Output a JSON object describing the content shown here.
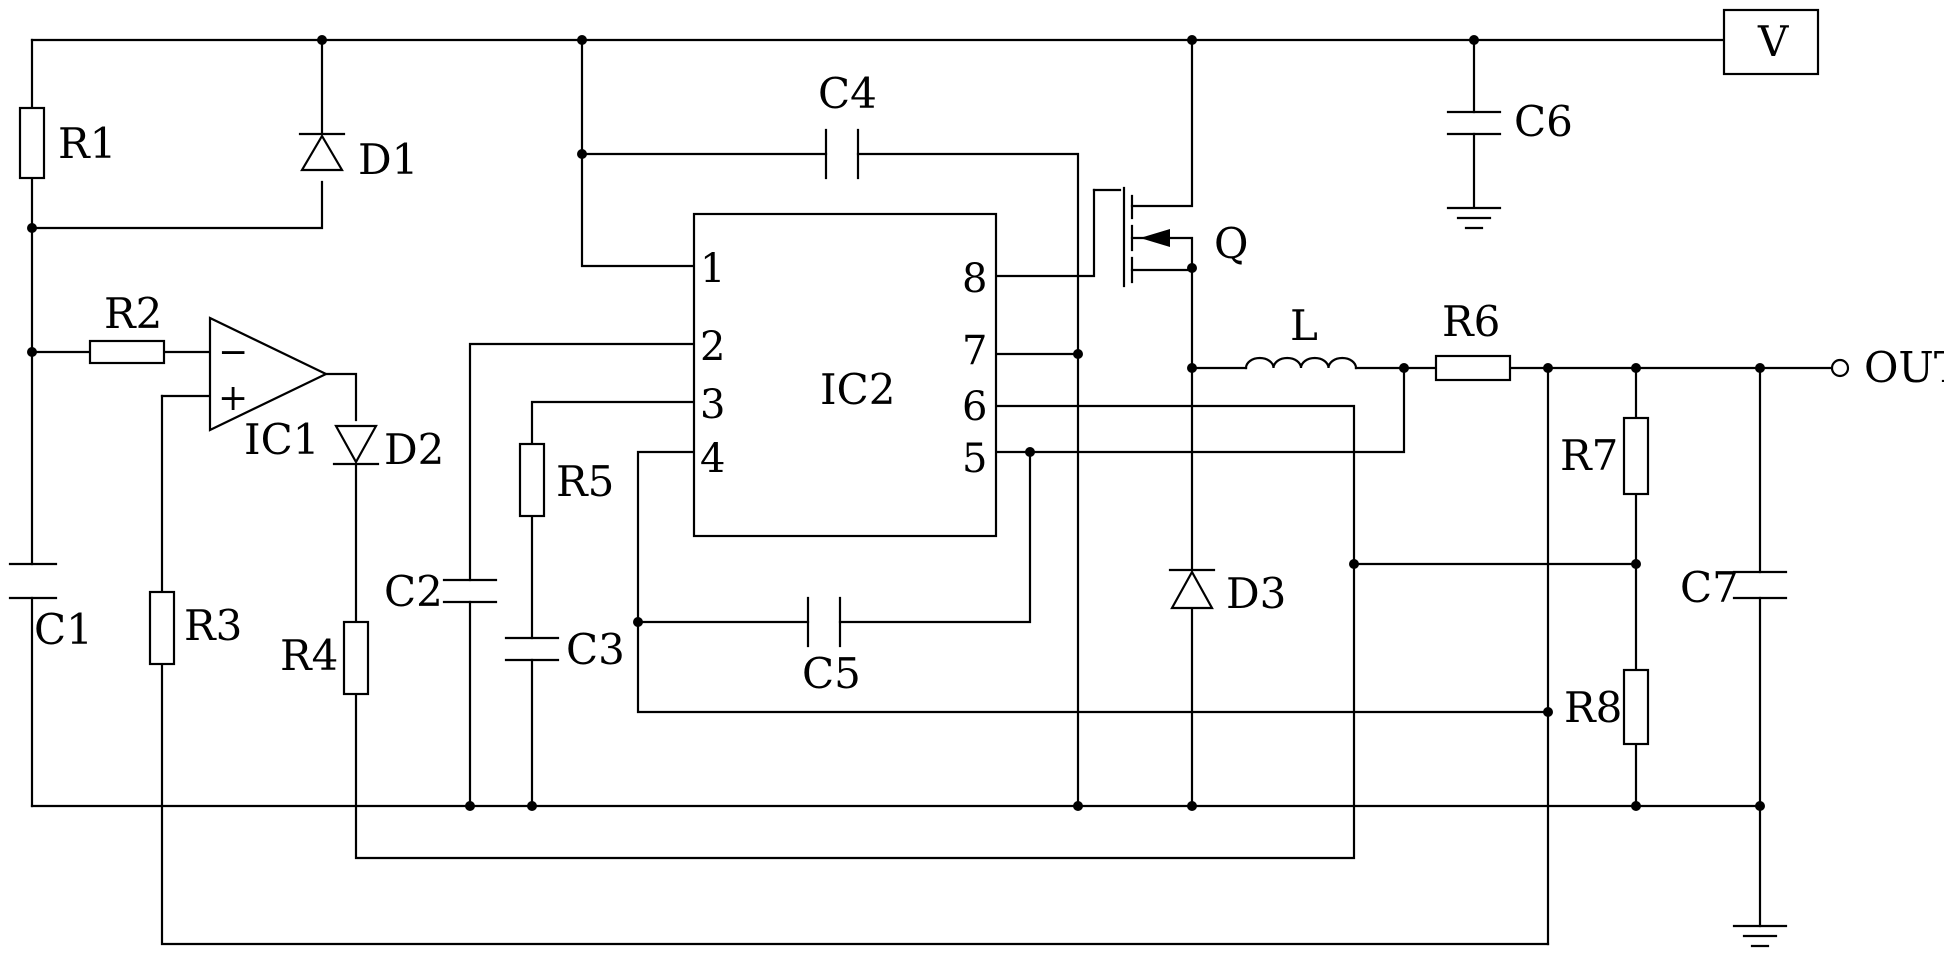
{
  "labels": {
    "R1": "R1",
    "R2": "R2",
    "R3": "R3",
    "R4": "R4",
    "R5": "R5",
    "R6": "R6",
    "R7": "R7",
    "R8": "R8",
    "C1": "C1",
    "C2": "C2",
    "C3": "C3",
    "C4": "C4",
    "C5": "C5",
    "C6": "C6",
    "C7": "C7",
    "D1": "D1",
    "D2": "D2",
    "D3": "D3",
    "IC1": "IC1",
    "IC2": "IC2",
    "Q": "Q",
    "L": "L",
    "V": "V",
    "OUT": "OUT"
  },
  "opamp": {
    "minus": "−",
    "plus": "+"
  },
  "ic2_pins": {
    "p1": "1",
    "p2": "2",
    "p3": "3",
    "p4": "4",
    "p5": "5",
    "p6": "6",
    "p7": "7",
    "p8": "8"
  }
}
